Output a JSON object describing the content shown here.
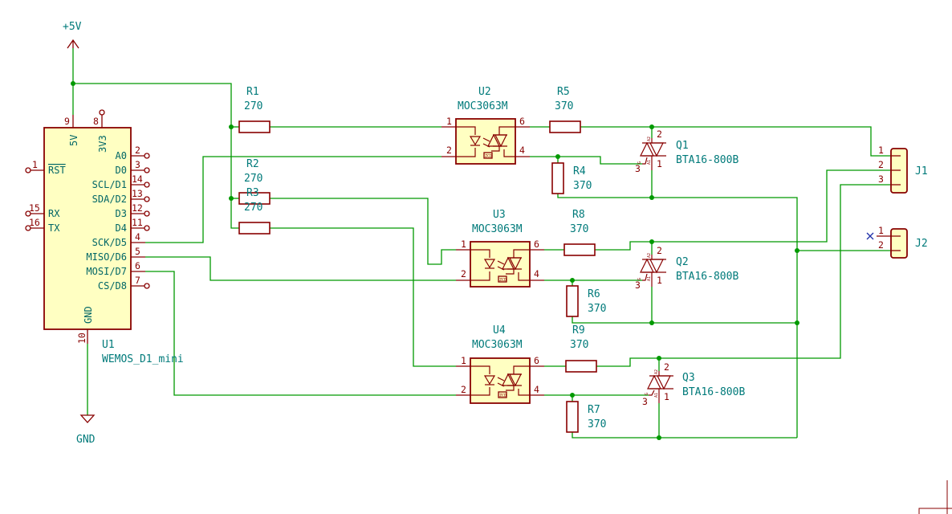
{
  "power": {
    "vcc": "+5V",
    "gnd": "GND"
  },
  "u1": {
    "ref": "U1",
    "value": "WEMOS_D1_mini",
    "pins_left": [
      {
        "num": "1",
        "name": "RST"
      },
      {
        "num": "15",
        "name": "RX"
      },
      {
        "num": "16",
        "name": "TX"
      }
    ],
    "pins_right": [
      {
        "num": "2",
        "name": "A0"
      },
      {
        "num": "3",
        "name": "D0"
      },
      {
        "num": "14",
        "name": "SCL/D1"
      },
      {
        "num": "13",
        "name": "SDA/D2"
      },
      {
        "num": "12",
        "name": "D3"
      },
      {
        "num": "11",
        "name": "D4"
      },
      {
        "num": "4",
        "name": "SCK/D5"
      },
      {
        "num": "5",
        "name": "MISO/D6"
      },
      {
        "num": "6",
        "name": "MOSI/D7"
      },
      {
        "num": "7",
        "name": "CS/D8"
      }
    ],
    "top_pins": [
      {
        "num": "9",
        "name": "5V"
      },
      {
        "num": "8",
        "name": "3V3"
      }
    ],
    "bottom_pin": {
      "num": "10",
      "name": "GND"
    }
  },
  "resistors": {
    "r1": {
      "ref": "R1",
      "value": "270"
    },
    "r2": {
      "ref": "R2",
      "value": "270"
    },
    "r3": {
      "ref": "R3",
      "value": "270"
    },
    "r4": {
      "ref": "R4",
      "value": "370"
    },
    "r5": {
      "ref": "R5",
      "value": "370"
    },
    "r6": {
      "ref": "R6",
      "value": "370"
    },
    "r7": {
      "ref": "R7",
      "value": "370"
    },
    "r8": {
      "ref": "R8",
      "value": "370"
    },
    "r9": {
      "ref": "R9",
      "value": "370"
    }
  },
  "optos": {
    "u2": {
      "ref": "U2",
      "value": "MOC3063M"
    },
    "u3": {
      "ref": "U3",
      "value": "MOC3063M"
    },
    "u4": {
      "ref": "U4",
      "value": "MOC3063M"
    },
    "pin_nums": [
      "1",
      "2",
      "6",
      "4"
    ],
    "zcd": "ZCD"
  },
  "triacs": {
    "q1": {
      "ref": "Q1",
      "value": "BTA16-800B"
    },
    "q2": {
      "ref": "Q2",
      "value": "BTA16-800B"
    },
    "q3": {
      "ref": "Q3",
      "value": "BTA16-800B"
    },
    "pin_nums": [
      "2",
      "1",
      "3"
    ],
    "terminal_labels": [
      "A2",
      "A1",
      "G"
    ]
  },
  "connectors": {
    "j1": {
      "ref": "J1",
      "pins": [
        "1",
        "2",
        "3"
      ]
    },
    "j2": {
      "ref": "J2",
      "pins": [
        "1",
        "2"
      ]
    }
  }
}
